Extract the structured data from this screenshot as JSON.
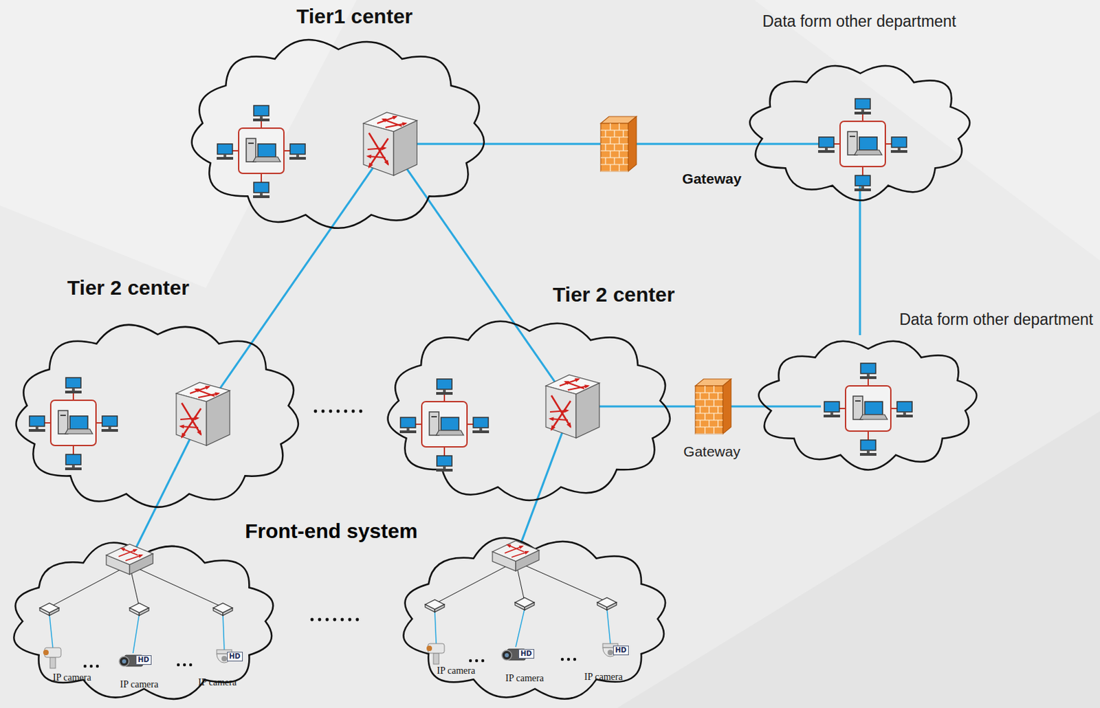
{
  "diagram": {
    "nodes": [
      {
        "text": [
          "Tier1 center"
        ]
      },
      {
        "text": [
          "Gateway"
        ]
      },
      {
        "text": [
          "Data form other department"
        ]
      },
      {
        "text": [
          "Tier 2 center"
        ]
      },
      {
        "text": [
          "Tier 2 center"
        ]
      },
      {
        "text": [
          "Gateway"
        ]
      },
      {
        "text": [
          "Data form other department"
        ]
      },
      {
        "text": [
          "IP camera",
          "IP camera",
          "IP camera"
        ]
      },
      {
        "text": [
          "IP camera",
          "IP camera",
          "IP camera"
        ]
      }
    ],
    "edges": [
      {
        "from": 0,
        "to": 1,
        "arrow": "none"
      },
      {
        "from": 1,
        "to": 2,
        "arrow": "none"
      },
      {
        "from": 2,
        "to": 6,
        "arrow": "none"
      },
      {
        "from": 0,
        "to": 3,
        "arrow": "none"
      },
      {
        "from": 0,
        "to": 4,
        "arrow": "none"
      },
      {
        "from": 4,
        "to": 5,
        "arrow": "none"
      },
      {
        "from": 5,
        "to": 6,
        "arrow": "none"
      },
      {
        "from": 3,
        "to": 7,
        "arrow": "none"
      },
      {
        "from": 4,
        "to": 8,
        "arrow": "none"
      }
    ],
    "labels": [
      "Front-end system",
      "HD",
      "HD",
      "HD",
      "HD"
    ]
  }
}
